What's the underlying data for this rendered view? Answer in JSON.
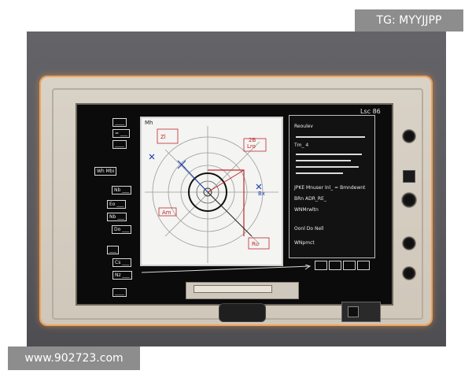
{
  "watermarks": {
    "top_right": "TG: MYYJJPP",
    "bottom_left": "www.902723.com"
  },
  "screen": {
    "corner_title": "Lsc 86",
    "left_column": [
      "____",
      "= ___",
      "____",
      "Wh Mbi",
      "Nb ___",
      "Eo ___",
      "Nb ___",
      "Do ___",
      "___",
      "Cs ___",
      "Nz ___",
      "____"
    ],
    "info_panel": {
      "heading": "Reoulev",
      "sub_1": "Tm_ 4",
      "mid_text": "JPKE Mnuser  Inl_ = Bmndewnt",
      "mid_sub_1": "BRn  ADR_RE_",
      "mid_sub_2": "WNMrwltn",
      "footer_1": "Oonl Do Nell",
      "footer_2": "WNpmct"
    },
    "diagram_labels": [
      "Zl",
      "Lro",
      "2B",
      "Am",
      "Ru",
      "Mh",
      "Bx"
    ]
  },
  "colors": {
    "accent_glow": "#f0a25a",
    "diagram_red": "#c0282d",
    "diagram_blue": "#1a3fb0"
  }
}
